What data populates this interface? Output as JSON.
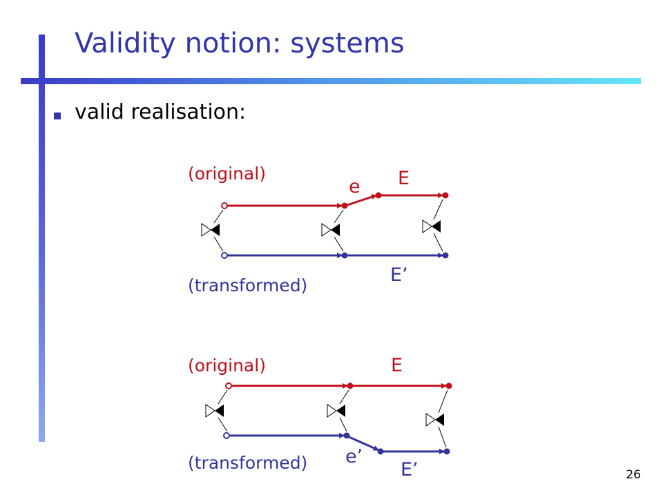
{
  "slide": {
    "title": "Validity notion: systems",
    "bullet": "valid realisation:",
    "page_number": "26"
  },
  "diagram_top": {
    "original_label": "(original)",
    "transformed_label": "(transformed)",
    "event_original": "e",
    "extension_original": "E",
    "extension_transformed": "E’"
  },
  "diagram_bottom": {
    "original_label": "(original)",
    "transformed_label": "(transformed)",
    "extension_original": "E",
    "event_transformed": "e’",
    "extension_transformed": "E’"
  },
  "colors": {
    "title": "#3333aa",
    "original": "#c0101c",
    "transformed": "#333399",
    "relation": "#000000"
  }
}
